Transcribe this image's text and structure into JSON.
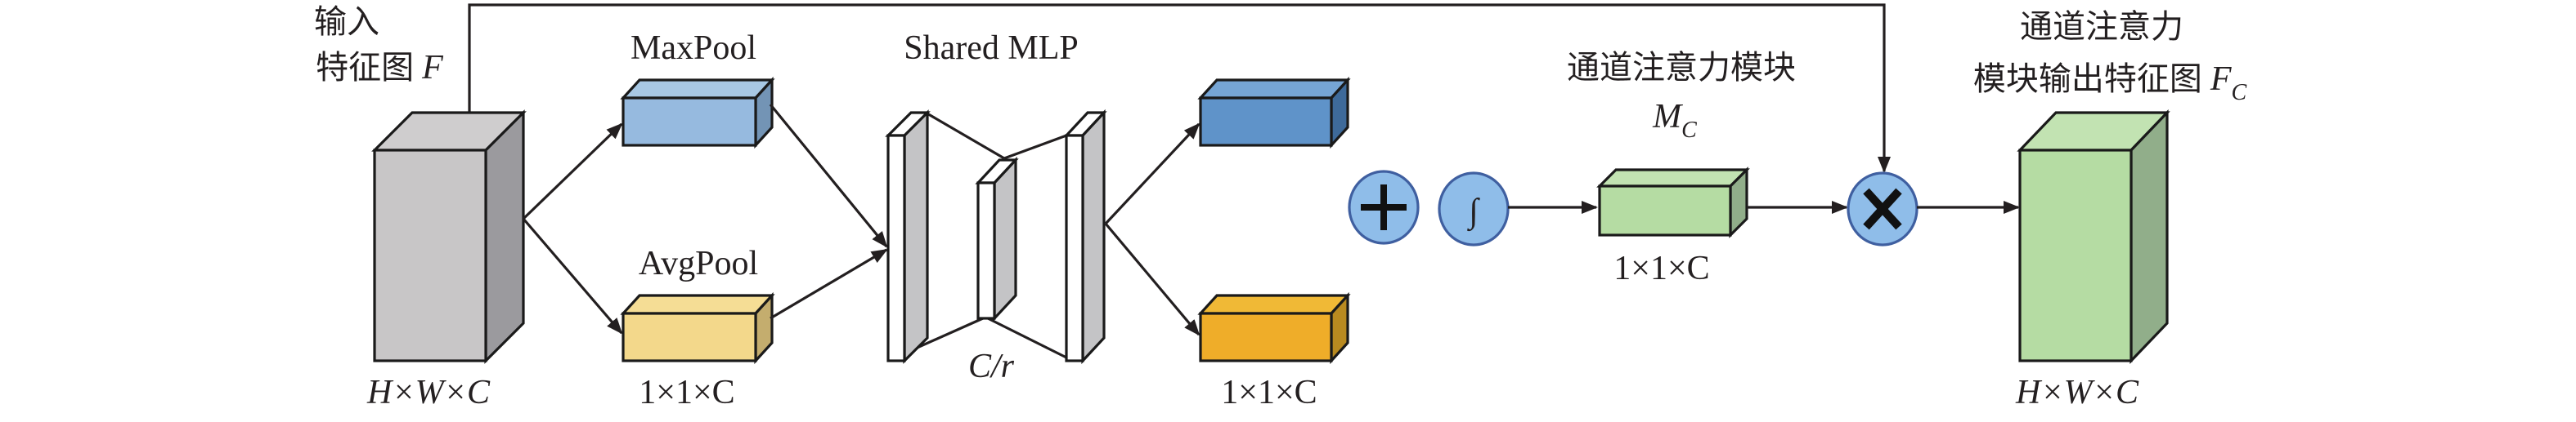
{
  "input": {
    "line1": "输入",
    "line2": "特征图",
    "symbol": "F",
    "dims": "H×W×C"
  },
  "maxpool": {
    "label": "MaxPool"
  },
  "avgpool": {
    "label": "AvgPool",
    "dims": "1×1×C"
  },
  "mlp": {
    "label": "Shared MLP",
    "hidden": "C/r"
  },
  "outputs": {
    "dims": "1×1×C"
  },
  "ops": {
    "add": "+",
    "sigmoid": "∫",
    "multiply": "×"
  },
  "attention": {
    "label": "通道注意力模块",
    "symbol": "M",
    "subscript": "C",
    "dims": "1×1×C"
  },
  "result": {
    "line1": "通道注意力",
    "line2": "模块输出特征图",
    "symbol": "F",
    "subscript": "C",
    "dims": "H×W×C"
  },
  "colors": {
    "gray": "#c8c6c7",
    "maxpool": "#96badf",
    "avgpool": "#f3d88b",
    "blue_out": "#5f93c9",
    "orange_out": "#efad29",
    "green": "#b5dca3",
    "op_circle": "#8fbde9"
  }
}
